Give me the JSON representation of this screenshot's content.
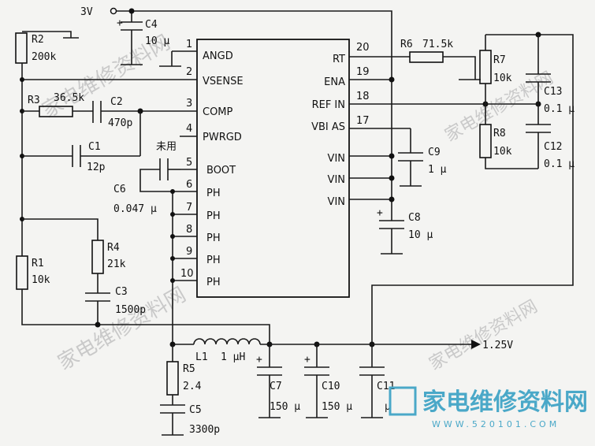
{
  "ic": {
    "left_pins": [
      {
        "num": "1",
        "name": "ANGD"
      },
      {
        "num": "2",
        "name": "VSENSE"
      },
      {
        "num": "3",
        "name": "COMP"
      },
      {
        "num": "4",
        "name": "PWRGD"
      },
      {
        "num": "5",
        "name": "BOOT"
      },
      {
        "num": "6",
        "name": "PH"
      },
      {
        "num": "7",
        "name": "PH"
      },
      {
        "num": "8",
        "name": "PH"
      },
      {
        "num": "9",
        "name": "PH"
      },
      {
        "num": "10",
        "name": "PH"
      }
    ],
    "right_pins": [
      {
        "num": "20",
        "name": "RT"
      },
      {
        "num": "19",
        "name": "ENA"
      },
      {
        "num": "18",
        "name": "REF IN"
      },
      {
        "num": "17",
        "name": "VBI AS"
      },
      {
        "num": "",
        "name": "VIN"
      },
      {
        "num": "",
        "name": "VIN"
      },
      {
        "num": "",
        "name": "VIN"
      }
    ]
  },
  "supply": {
    "label": "3V"
  },
  "output": {
    "label": "1.25V"
  },
  "unused_note": "未用",
  "components": {
    "R1": {
      "ref": "R1",
      "value": "10k"
    },
    "R2": {
      "ref": "R2",
      "value": "200k"
    },
    "R3": {
      "ref": "R3",
      "value": "36.5k"
    },
    "R4": {
      "ref": "R4",
      "value": "21k"
    },
    "R5": {
      "ref": "R5",
      "value": "2.4"
    },
    "R6": {
      "ref": "R6",
      "value": "71.5k"
    },
    "R7": {
      "ref": "R7",
      "value": "10k"
    },
    "R8": {
      "ref": "R8",
      "value": "10k"
    },
    "C1": {
      "ref": "C1",
      "value": "12p"
    },
    "C2": {
      "ref": "C2",
      "value": "470p"
    },
    "C3": {
      "ref": "C3",
      "value": "1500p"
    },
    "C4": {
      "ref": "C4",
      "value": "10 μ"
    },
    "C5": {
      "ref": "C5",
      "value": "3300p"
    },
    "C6": {
      "ref": "C6",
      "value": "0.047 μ"
    },
    "C7": {
      "ref": "C7",
      "value": "150 μ"
    },
    "C8": {
      "ref": "C8",
      "value": "10 μ"
    },
    "C9": {
      "ref": "C9",
      "value": "1 μ"
    },
    "C10": {
      "ref": "C10",
      "value": "150 μ"
    },
    "C11": {
      "ref": "C11",
      "value": "μ"
    },
    "C12": {
      "ref": "C12",
      "value": "0.1 μ"
    },
    "C13": {
      "ref": "C13",
      "value": "0.1 μ"
    },
    "L1": {
      "ref": "L1",
      "value": "1 μH"
    }
  },
  "watermark": {
    "text": "家电维修资料网",
    "url": "WWW.520101.COM"
  }
}
